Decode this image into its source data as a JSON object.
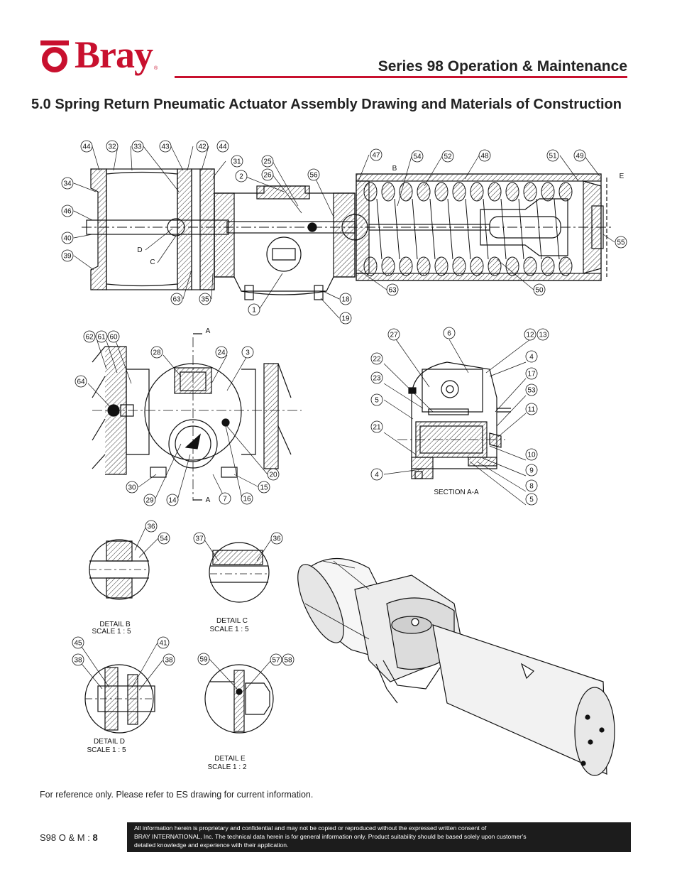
{
  "header": {
    "brand": "Bray",
    "registered_mark": "®",
    "series_title": "Series 98 Operation & Maintenance"
  },
  "section_heading": "5.0 Spring Return Pneumatic Actuator Assembly Drawing and Materials of Construction",
  "drawing": {
    "main_callouts": [
      "44",
      "32",
      "33",
      "43",
      "42",
      "44",
      "31",
      "25",
      "26",
      "2",
      "56",
      "47",
      "54",
      "52",
      "48",
      "51",
      "49",
      "34",
      "46",
      "40",
      "39",
      "55",
      "63",
      "35",
      "1",
      "18",
      "19",
      "63",
      "50"
    ],
    "main_letters": [
      "B",
      "E",
      "D",
      "C"
    ],
    "mid_left_callouts": [
      "62",
      "61",
      "60",
      "28",
      "24",
      "3",
      "64",
      "20",
      "30",
      "15",
      "29",
      "14",
      "7",
      "16"
    ],
    "mid_left_letters": [
      "A",
      "A"
    ],
    "section_callouts": [
      "27",
      "6",
      "12",
      "13",
      "22",
      "4",
      "23",
      "17",
      "5",
      "53",
      "11",
      "21",
      "10",
      "4",
      "9",
      "8",
      "5"
    ],
    "section_label": "SECTION A-A",
    "detail_b": {
      "label": "DETAIL B",
      "scale": "SCALE 1 : 5",
      "callouts": [
        "36",
        "54"
      ]
    },
    "detail_c": {
      "label": "DETAIL C",
      "scale": "SCALE 1 : 5",
      "callouts": [
        "37",
        "36"
      ]
    },
    "detail_d": {
      "label": "DETAIL D",
      "scale": "SCALE 1 : 5",
      "callouts": [
        "45",
        "41",
        "38",
        "38"
      ]
    },
    "detail_e": {
      "label": "DETAIL E",
      "scale": "SCALE 1 : 2",
      "callouts": [
        "59",
        "57",
        "58"
      ]
    }
  },
  "footer": {
    "note": "For reference only. Please refer to ES drawing for current information.",
    "doc_code": "S98 O & M :",
    "page_number": "8",
    "disclaimer_line1": "All information herein is proprietary and confidential and may not be copied or reproduced without the expressed written consent of",
    "disclaimer_line2": "BRAY INTERNATIONAL, Inc. The technical data herein is for general information only. Product suitability should be based solely upon customer’s",
    "disclaimer_line3": "detailed knowledge and experience with their application."
  },
  "colors": {
    "brand_red": "#c8102e",
    "disclaimer_bg": "#1c1c1c"
  }
}
